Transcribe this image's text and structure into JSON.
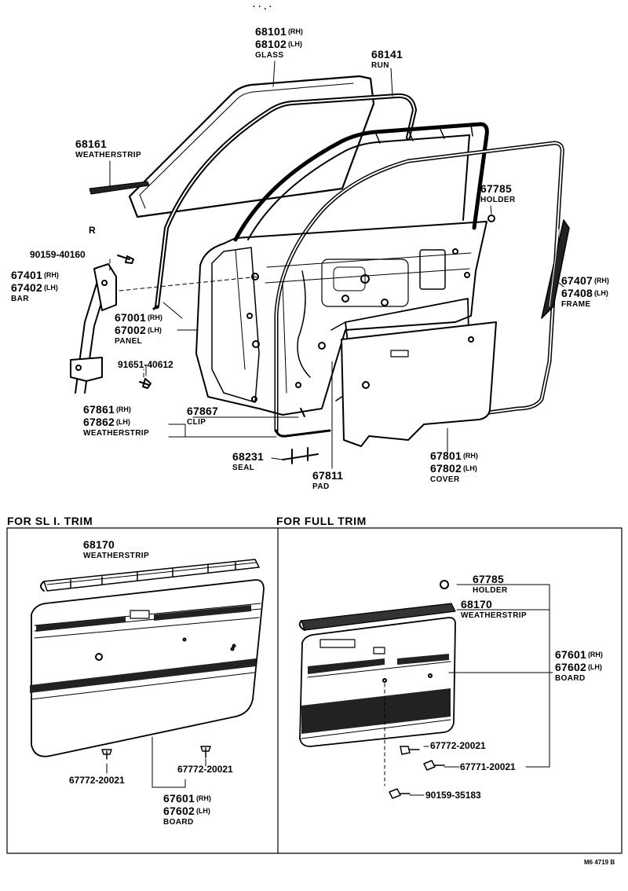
{
  "top_mark": "· · . ·",
  "side_marker": "R",
  "parts": {
    "glass": {
      "rh": "68101",
      "lh": "68102",
      "rh_tag": "(RH)",
      "lh_tag": "(LH)",
      "name": "GLASS"
    },
    "run": {
      "num": "68141",
      "name": "RUN"
    },
    "weatherstrip_top": {
      "num": "68161",
      "name": "WEATHERSTRIP"
    },
    "holder": {
      "num": "67785",
      "name": "HOLDER"
    },
    "bolt_a": {
      "num": "90159-40160"
    },
    "bar": {
      "rh": "67401",
      "lh": "67402",
      "rh_tag": "(RH)",
      "lh_tag": "(LH)",
      "name": "BAR"
    },
    "frame": {
      "rh": "67407",
      "lh": "67408",
      "rh_tag": "(RH)",
      "lh_tag": "(LH)",
      "name": "FRAME"
    },
    "panel": {
      "rh": "67001",
      "lh": "67002",
      "rh_tag": "(RH)",
      "lh_tag": "(LH)",
      "name": "PANEL"
    },
    "bolt_b": {
      "num": "91651-40612"
    },
    "weatherstrip_door": {
      "rh": "67861",
      "lh": "67862",
      "rh_tag": "(RH)",
      "lh_tag": "(LH)",
      "name": "WEATHERSTRIP"
    },
    "clip": {
      "num": "67867",
      "name": "CLIP"
    },
    "seal": {
      "num": "68231",
      "name": "SEAL"
    },
    "pad": {
      "num": "67811",
      "name": "PAD"
    },
    "cover": {
      "rh": "67801",
      "lh": "67802",
      "rh_tag": "(RH)",
      "lh_tag": "(LH)",
      "name": "COVER"
    }
  },
  "sections": {
    "split": {
      "title": "FOR SL  I.  TRIM",
      "weatherstrip": {
        "num": "68170",
        "name": "WEATHERSTRIP"
      },
      "screw_left": "67772-20021",
      "screw_right": "67772-20021",
      "board": {
        "rh": "67601",
        "lh": "67602",
        "rh_tag": "(RH)",
        "lh_tag": "(LH)",
        "name": "BOARD"
      }
    },
    "full": {
      "title": "FOR  FULL TRIM",
      "holder": {
        "num": "67785",
        "name": "HOLDER"
      },
      "weatherstrip": {
        "num": "68170",
        "name": "WEATHERSTRIP"
      },
      "board": {
        "rh": "67601",
        "lh": "67602",
        "rh_tag": "(RH)",
        "lh_tag": "(LH)",
        "name": "BOARD"
      },
      "screw_a": "67772-20021",
      "screw_b": "67771-20021",
      "screw_c": "90159-35183"
    }
  },
  "reference": "M6 4719 B"
}
